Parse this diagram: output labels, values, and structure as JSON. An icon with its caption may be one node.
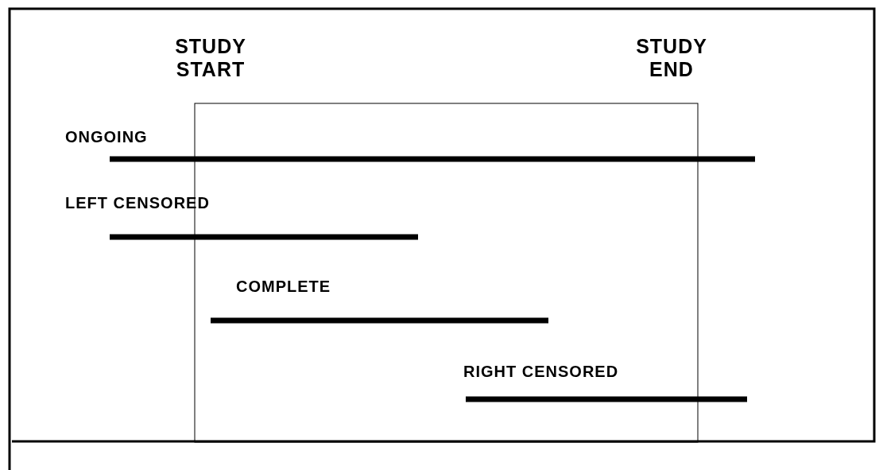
{
  "diagram": {
    "labels": [
      "STUDY START",
      "STUDY END",
      "ONGOING",
      "LEFT CENSORED",
      "COMPLETE",
      "RIGHT CENSORED"
    ]
  }
}
